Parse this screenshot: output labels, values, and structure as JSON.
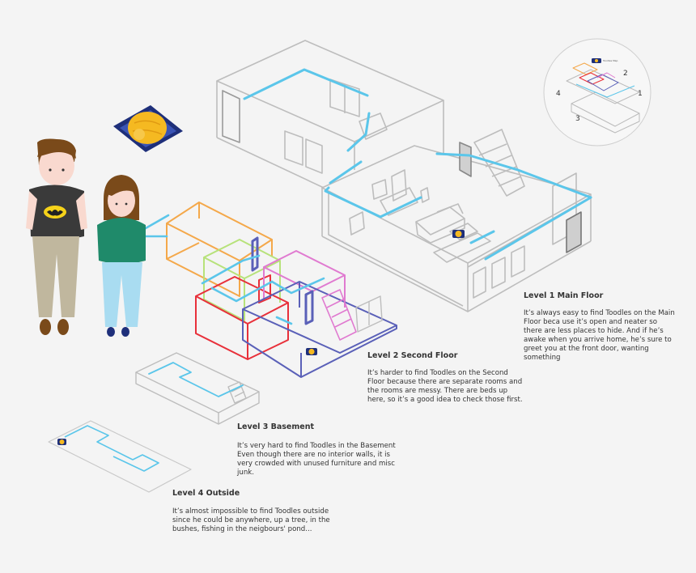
{
  "levels": [
    {
      "title": "Level 1 Main Floor",
      "body": "It’s always easy to find Toodles on the Main Floor beca use it’s open and neater so there are less places to hide. And if he’s awake when you arrive home, he’s sure to greet you at the front door, wanting something"
    },
    {
      "title": "Level 2 Second Floor",
      "body": "It’s harder to find Toodles on the Second Floor because there are separate rooms and the rooms are messy. There are beds up here, so it’s a good idea to check those first."
    },
    {
      "title": "Level 3 Basement",
      "body": "It’s very hard to find Toodles in the Basement Even though there are no interior walls, it is very crowded with unused furniture and misc junk."
    },
    {
      "title": "Level 4 Outside",
      "body": "It’s almost impossible to find Toodles outside since he could be anywhere, up a tree, in the bushes, fishing in the neigbours' pond..."
    }
  ],
  "mini_map": {
    "title": "Toodles Map",
    "labels": [
      "1",
      "2",
      "3",
      "4"
    ]
  },
  "colors": {
    "cat": "#f5b921",
    "path": "#5bc6ea",
    "sketch": "#b9b9b9",
    "room_orange": "#f4a84a",
    "room_green": "#b7e27a",
    "room_red": "#e8303a",
    "room_purple": "#5a60b8",
    "room_pink": "#e07ad0",
    "person_shirt": "#3a3a3a",
    "person_pants": "#c0b79e",
    "girl_top": "#1f8a6a",
    "girl_pants": "#a9dcf1",
    "cushion": "#1e2f7a"
  }
}
